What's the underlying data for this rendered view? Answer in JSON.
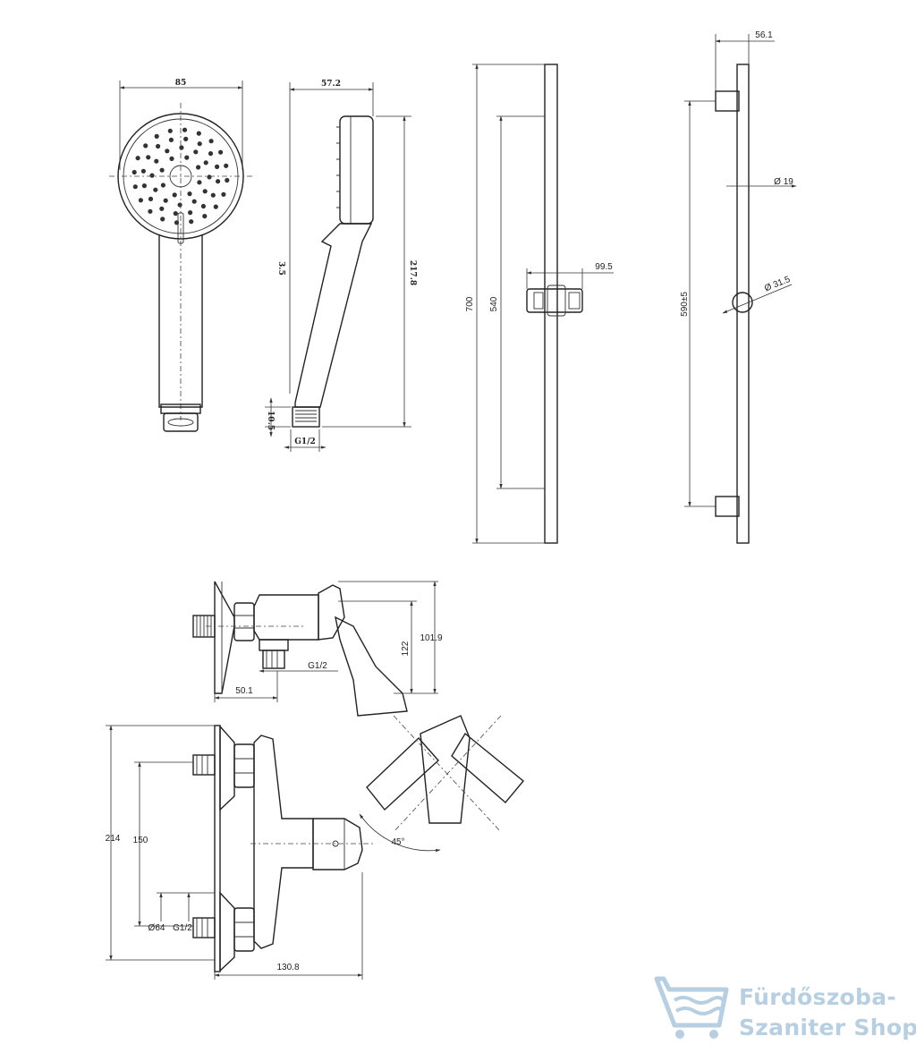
{
  "handshower": {
    "front": {
      "width_label": "85"
    },
    "side": {
      "depth_label": "57.2",
      "offset_label": "3.5",
      "length_label": "217.8",
      "thread_height_label": "10.5",
      "thread_label": "G1/2"
    }
  },
  "rail": {
    "front": {
      "total_label": "700",
      "holder_span_label": "540",
      "slider_label": "99.5"
    },
    "side": {
      "depth_label": "56.1",
      "center_label": "590±5",
      "tube_label": "Ø 19",
      "knob_label": "Ø 31.5"
    }
  },
  "mixer": {
    "side": {
      "height_label": "101.9",
      "total_height_label": "122",
      "thread_label": "G1/2",
      "depth_label": "50.1"
    },
    "front": {
      "height_label": "214",
      "center_label": "150",
      "flange_label": "Ø64",
      "thread_label": "G1/2",
      "depth_label": "130.8",
      "angle_label": "45°"
    }
  },
  "watermark": {
    "line1": "Fürdőszoba-",
    "line2": "Szaniter Shop",
    "icon": "bathtub-icon",
    "color": "#b7cfe0"
  }
}
